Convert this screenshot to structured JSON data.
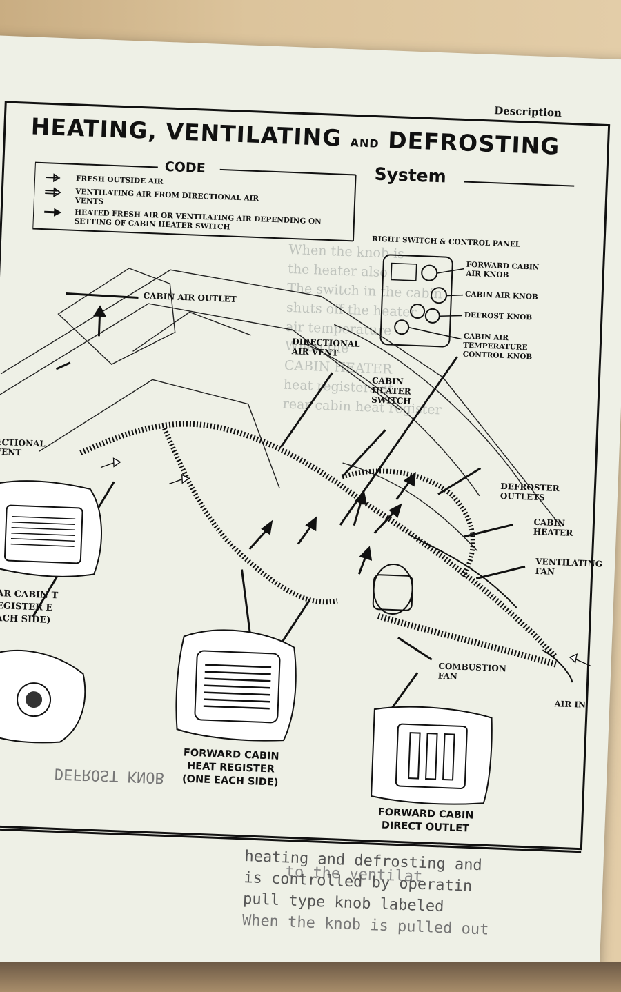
{
  "header": {
    "section": "Description"
  },
  "title": {
    "main_left": "HEATING, VENTILATING",
    "and": "AND",
    "main_right": "DEFROSTING",
    "system": "System"
  },
  "code": {
    "title": "CODE",
    "items": [
      "FRESH OUTSIDE AIR",
      "VENTILATING AIR FROM DIRECTIONAL AIR VENTS",
      "HEATED FRESH AIR OR VENTILATING AIR DEPENDING ON SETTING OF CABIN HEATER SWITCH"
    ]
  },
  "panel": {
    "title": "RIGHT SWITCH & CONTROL PANEL",
    "knobs": [
      "FORWARD CABIN AIR KNOB",
      "CABIN AIR KNOB",
      "DEFROST KNOB",
      "CABIN AIR TEMPERATURE CONTROL KNOB"
    ]
  },
  "labels": {
    "cabin_air_outlet": "CABIN AIR OUTLET",
    "directional_air_vent": "DIRECTIONAL AIR VENT",
    "cabin_heater_switch": "CABIN HEATER SWITCH",
    "defroster_outlets": "DEFROSTER OUTLETS",
    "cabin_heater": "CABIN HEATER",
    "ventilating_fan": "VENTILATING FAN",
    "combustion_fan": "COMBUSTION FAN",
    "air_in": "AIR IN",
    "directional_vent_left": "ECTIONAL VENT",
    "rear_cabin_register": "CAR CABIN T REGISTER E EACH SIDE)",
    "forward_cabin_heat_register": "FORWARD CABIN HEAT REGISTER (ONE EACH SIDE)",
    "forward_cabin_direct_outlet": "FORWARD CABIN DIRECT OUTLET"
  },
  "bleed_text": {
    "lower_left": "DEFROST KNOB",
    "lower_right": [
      "to the ventilat",
      "heating and defrosting and",
      "is controlled by operatin",
      "pull type knob labeled",
      "When the knob is pulled out"
    ],
    "right_col": [
      "When the knob is",
      "the heater also",
      "The switch in the cabin",
      "shuts off the heater",
      "air temperature",
      "When the",
      "CABIN HEATER",
      "heat registers at",
      "rear cabin heat register"
    ]
  }
}
